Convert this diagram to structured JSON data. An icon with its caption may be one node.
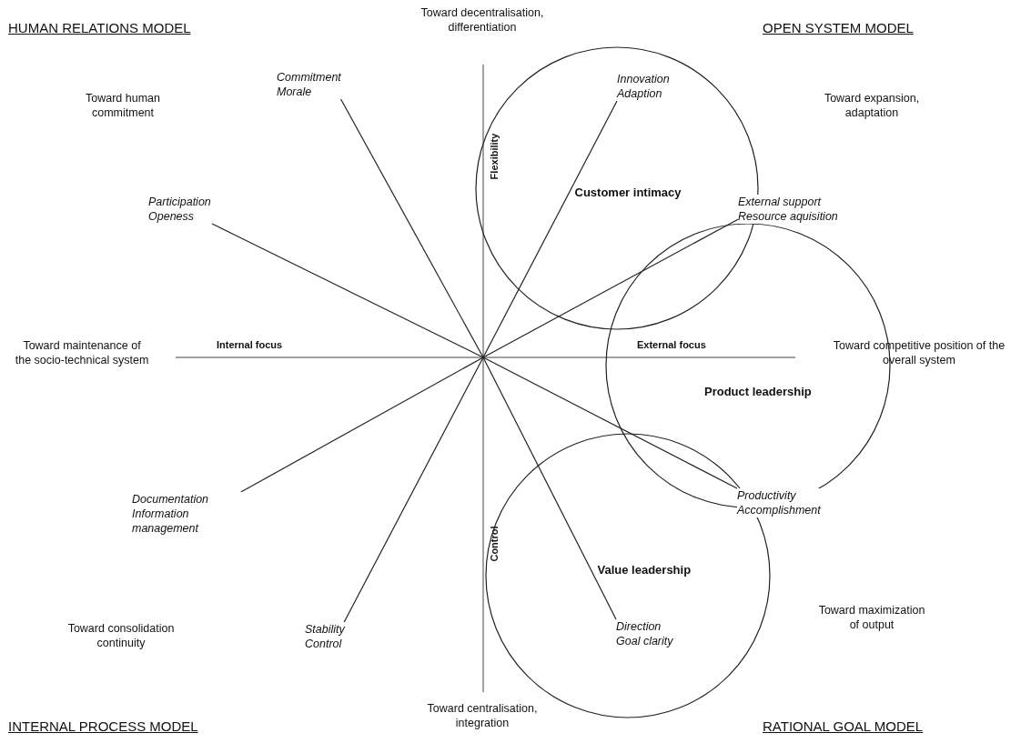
{
  "diagram": {
    "nodes": [
      {
        "text": [
          "Commitment",
          "Morale"
        ]
      },
      {
        "text": [
          "Customer intimacy"
        ]
      },
      {
        "text": [
          "Innovation",
          "Adaption"
        ],
        "in": 1
      },
      {
        "text": [
          "Participation",
          "Openess"
        ]
      },
      {
        "text": [
          "External support",
          "Resource aquisition"
        ]
      },
      {
        "text": [
          "Product leadership"
        ]
      },
      {
        "text": [
          "Documentation",
          "Information management"
        ]
      },
      {
        "text": [
          "Productivity",
          "Accomplishment"
        ]
      },
      {
        "text": [
          "Value leadership"
        ]
      },
      {
        "text": [
          "Stability",
          "Control"
        ]
      },
      {
        "text": [
          "Direction",
          "Goal clarity"
        ],
        "in": 8
      }
    ],
    "edges": [
      {
        "from": null,
        "to": 0,
        "arrow": "none"
      },
      {
        "from": null,
        "to": 2,
        "arrow": "none"
      },
      {
        "from": null,
        "to": 3,
        "arrow": "none"
      },
      {
        "from": null,
        "to": 4,
        "arrow": "none"
      },
      {
        "from": null,
        "to": 6,
        "arrow": "none"
      },
      {
        "from": null,
        "to": 7,
        "arrow": "none"
      },
      {
        "from": null,
        "to": 9,
        "arrow": "none"
      },
      {
        "from": null,
        "to": 10,
        "arrow": "none"
      }
    ],
    "labels": [
      "HUMAN RELATIONS MODEL",
      "Toward decentralisation, differentiation",
      "OPEN SYSTEM MODEL",
      "Toward human commitment",
      "Toward expansion, adaptation",
      "Flexibility",
      "Toward maintenance of the socio-technical system",
      "Internal focus",
      "External focus",
      "Toward competitive position of the overall system",
      "Control",
      "Toward maximization of output",
      "Toward consolidation continuity",
      "INTERNAL PROCESS MODEL",
      "Toward centralisation, integration",
      "RATIONAL GOAL MODEL"
    ]
  }
}
